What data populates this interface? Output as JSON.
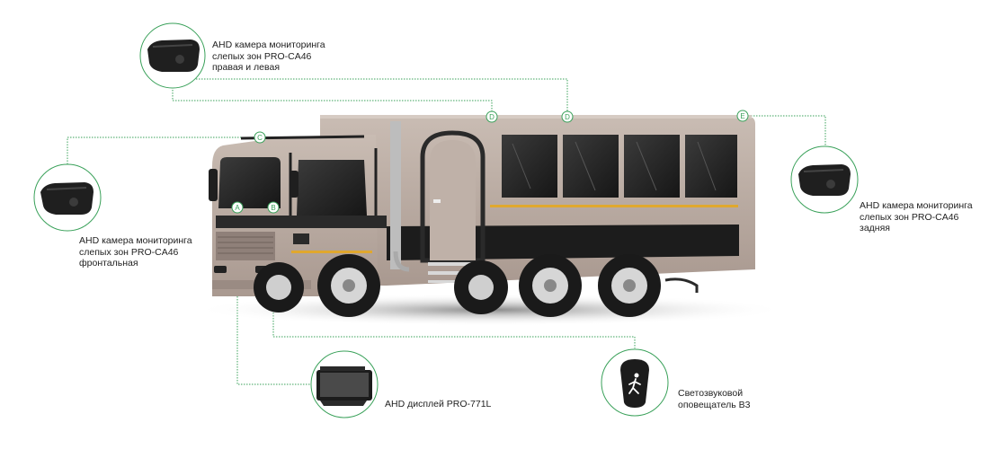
{
  "colors": {
    "accent_green": "#3aa15a",
    "truck_body": "#b5a69c",
    "truck_dark": "#2a2a2a",
    "stripe": "#e0a82e"
  },
  "markers": {
    "a": "A",
    "b": "B",
    "c": "C",
    "d1": "D",
    "d2": "D",
    "e": "E"
  },
  "labels": {
    "side_camera": [
      "AHD камера мониторинга",
      "слепых зон PRO-CA46",
      "правая и левая"
    ],
    "front_camera": [
      "AHD камера мониторинга",
      "слепых зон PRO-CA46",
      "фронтальная"
    ],
    "rear_camera": [
      "AHD камера мониторинга",
      "слепых зон PRO-CA46",
      "задняя"
    ],
    "display": [
      "AHD дисплей PRO-771L"
    ],
    "alarm": [
      "Светозвуковой",
      "оповещатель B3"
    ]
  },
  "icons": {
    "side_camera": "camera-icon",
    "front_camera": "camera-icon",
    "rear_camera": "camera-icon",
    "display": "monitor-icon",
    "alarm": "pedestrian-alarm-icon"
  }
}
